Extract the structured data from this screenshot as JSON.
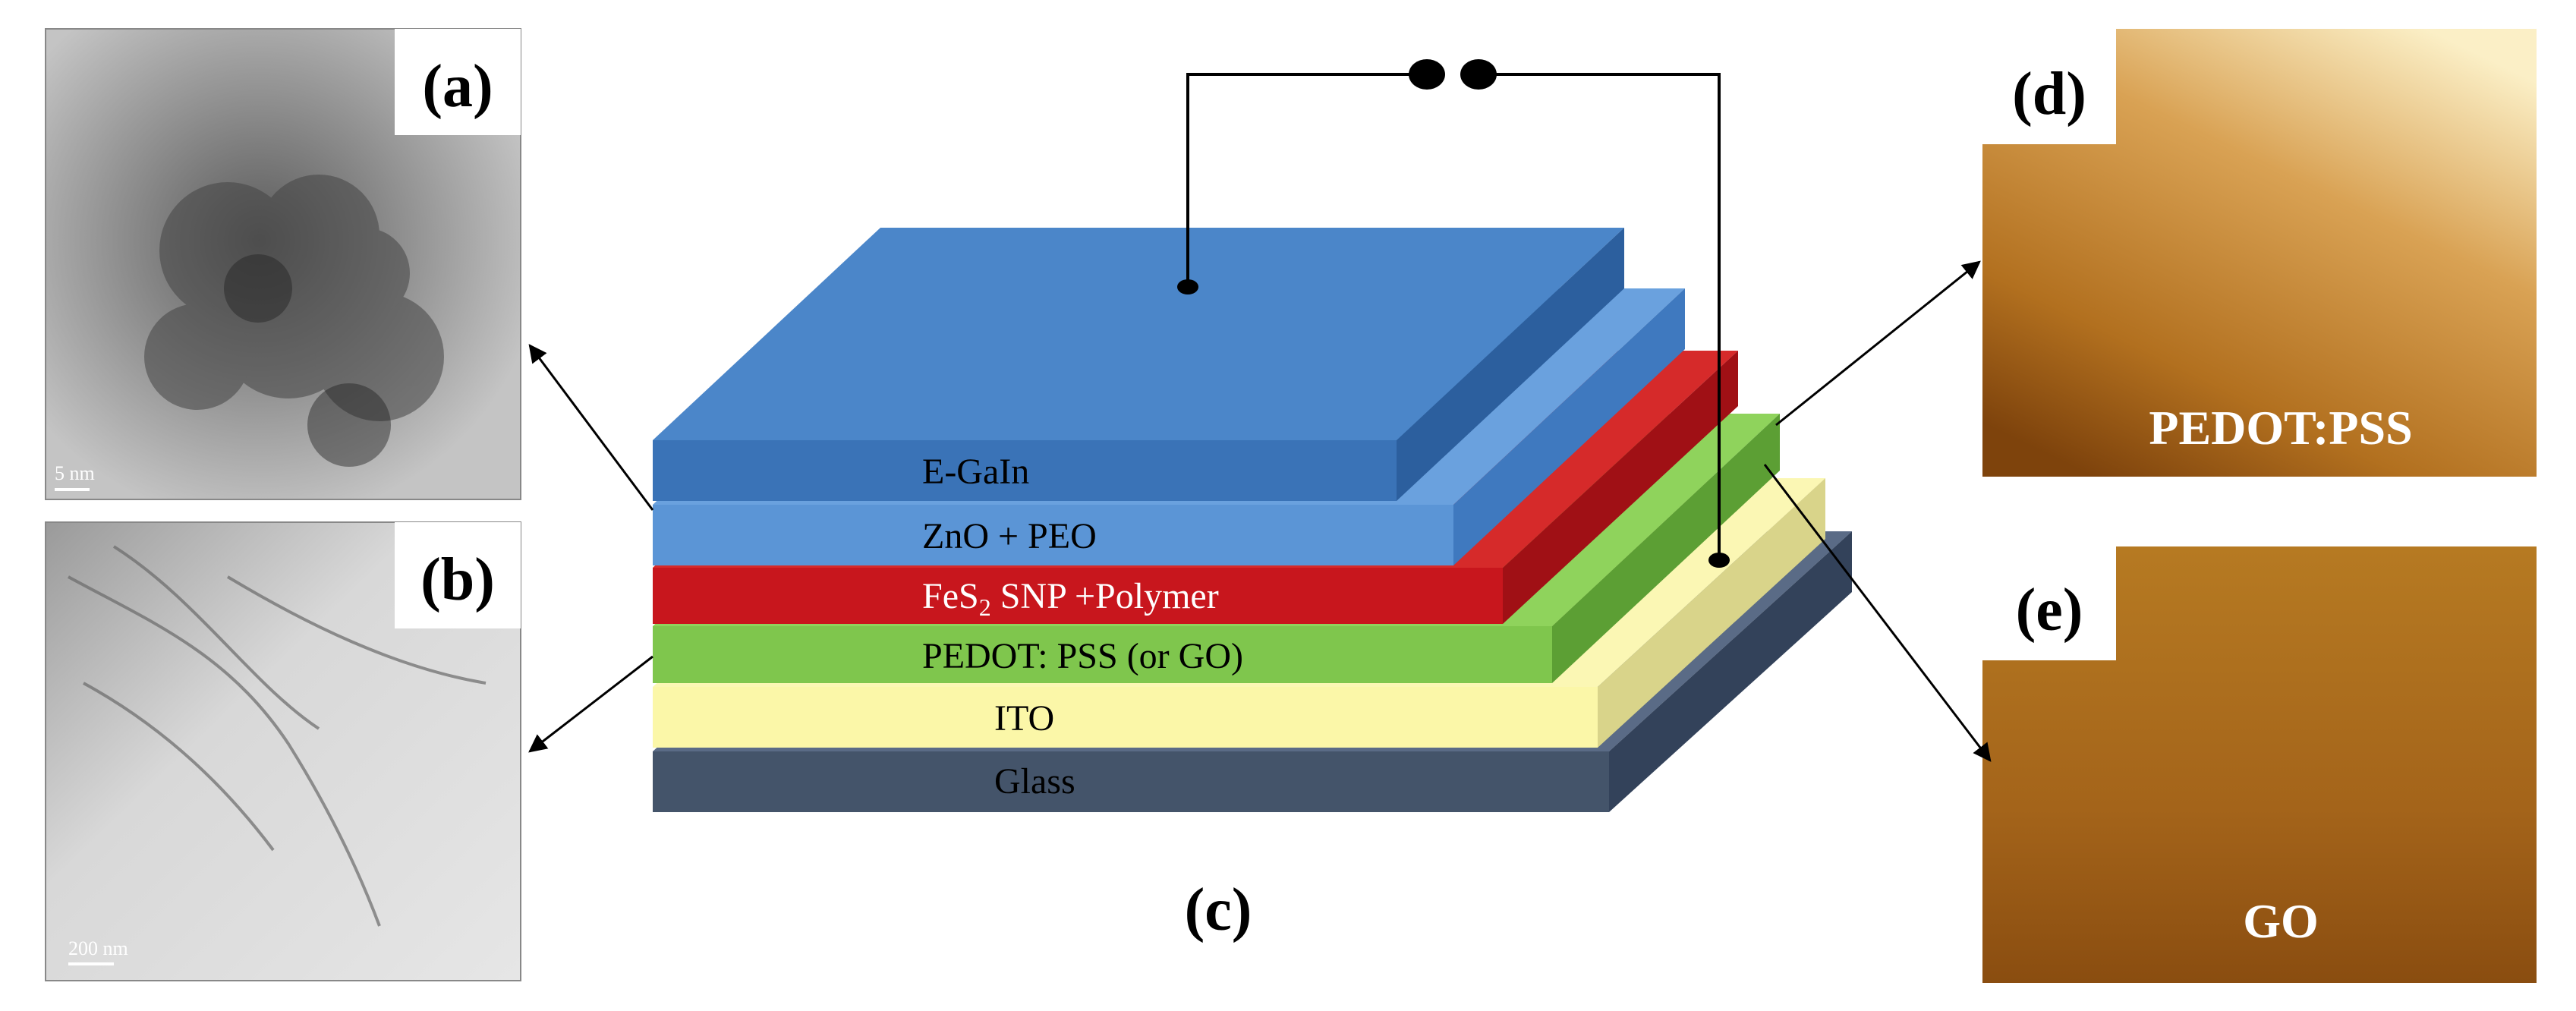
{
  "panels": {
    "a": {
      "letter": "(a)",
      "scale": "5 nm"
    },
    "b": {
      "letter": "(b)",
      "scale": "200 nm"
    },
    "c": {
      "letter": "(c)"
    },
    "d": {
      "letter": "(d)",
      "caption": "PEDOT:PSS"
    },
    "e": {
      "letter": "(e)",
      "caption": "GO"
    }
  },
  "layers": [
    {
      "name": "egain",
      "label": "E-GaIn",
      "color": "#3a73b7"
    },
    {
      "name": "zno-peo",
      "label": "ZnO + PEO",
      "color": "#5b95d6"
    },
    {
      "name": "fes2-snp-polymer",
      "label_main": "FeS",
      "label_sub": "2",
      "label_tail": " SNP +Polymer",
      "color": "#c8161d"
    },
    {
      "name": "pedot-pss",
      "label": "PEDOT: PSS (or GO)",
      "color": "#7fc64d"
    },
    {
      "name": "ito",
      "label": "ITO",
      "color": "#fbf7a8"
    },
    {
      "name": "glass",
      "label": "Glass",
      "color": "#44546a"
    }
  ],
  "colors": {
    "tem_bg": "#c9c9c9",
    "afm_pedot_top": "#f4e3b0",
    "afm_pedot_bottom": "#8b4e10",
    "afm_go": "#a56514"
  }
}
